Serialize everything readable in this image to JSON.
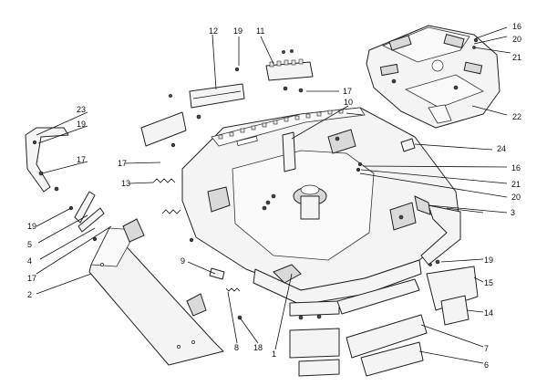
{
  "diagram": {
    "callouts": [
      {
        "id": "c1",
        "label": "1"
      },
      {
        "id": "c2",
        "label": "2"
      },
      {
        "id": "c3",
        "label": "3"
      },
      {
        "id": "c4",
        "label": "4"
      },
      {
        "id": "c5",
        "label": "5"
      },
      {
        "id": "c6",
        "label": "6"
      },
      {
        "id": "c7",
        "label": "7"
      },
      {
        "id": "c8",
        "label": "8"
      },
      {
        "id": "c9",
        "label": "9"
      },
      {
        "id": "c10",
        "label": "10"
      },
      {
        "id": "c11",
        "label": "11"
      },
      {
        "id": "c12",
        "label": "12"
      },
      {
        "id": "c13",
        "label": "13"
      },
      {
        "id": "c14",
        "label": "14"
      },
      {
        "id": "c15",
        "label": "15"
      },
      {
        "id": "c16a",
        "label": "16"
      },
      {
        "id": "c16b",
        "label": "16"
      },
      {
        "id": "c17a",
        "label": "17"
      },
      {
        "id": "c17b",
        "label": "17"
      },
      {
        "id": "c17c",
        "label": "17"
      },
      {
        "id": "c17d",
        "label": "17"
      },
      {
        "id": "c18",
        "label": "18"
      },
      {
        "id": "c19a",
        "label": "19"
      },
      {
        "id": "c19b",
        "label": "19"
      },
      {
        "id": "c19c",
        "label": "19"
      },
      {
        "id": "c19d",
        "label": "19"
      },
      {
        "id": "c20a",
        "label": "20"
      },
      {
        "id": "c20b",
        "label": "20"
      },
      {
        "id": "c21a",
        "label": "21"
      },
      {
        "id": "c21b",
        "label": "21"
      },
      {
        "id": "c22",
        "label": "22"
      },
      {
        "id": "c23",
        "label": "23"
      },
      {
        "id": "c24",
        "label": "24"
      }
    ]
  }
}
